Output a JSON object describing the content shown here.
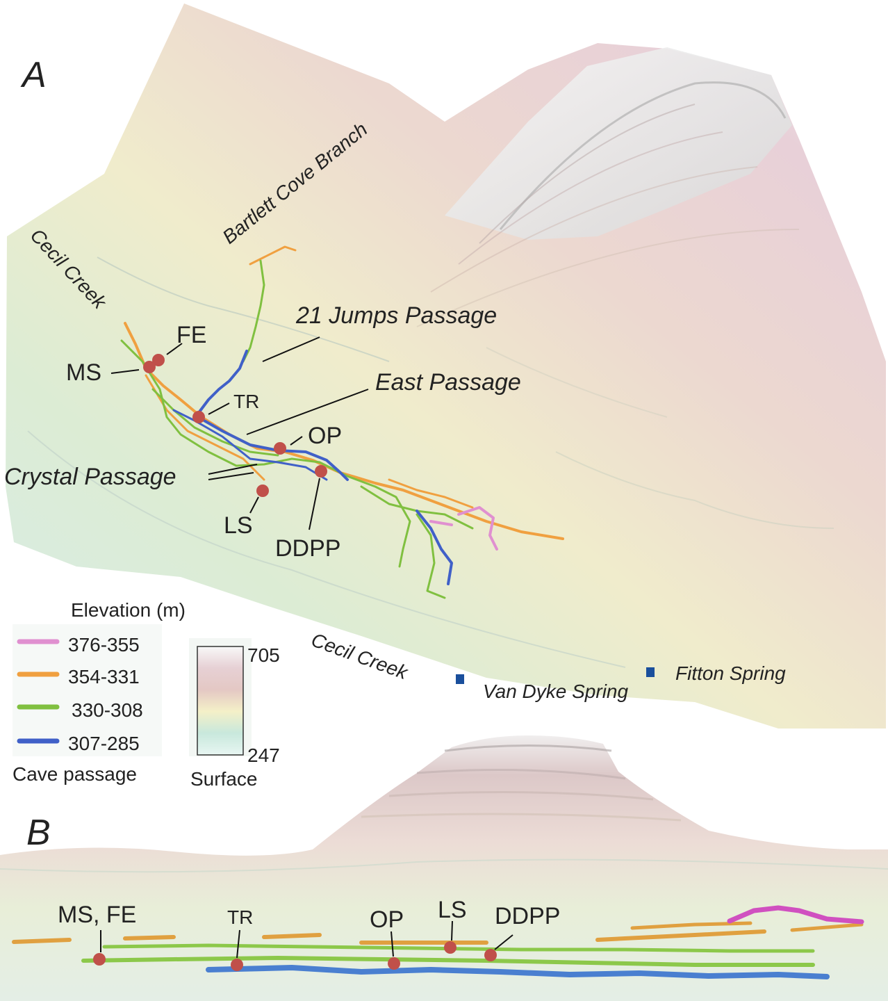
{
  "panels": {
    "a_letter": "A",
    "b_letter": "B"
  },
  "map_labels": {
    "bartlett": "Bartlett Cove Branch",
    "cecil_upper": "Cecil Creek",
    "cecil_lower": "Cecil Creek",
    "jumps": "21 Jumps Passage",
    "east": "East Passage",
    "crystal": "Crystal Passage",
    "van_dyke": "Van Dyke Spring",
    "fitton": "Fitton Spring"
  },
  "stations_a": {
    "fe": "FE",
    "ms": "MS",
    "tr": "TR",
    "op": "OP",
    "ls": "LS",
    "ddpp": "DDPP"
  },
  "stations_b": {
    "msfe": "MS, FE",
    "tr": "TR",
    "op": "OP",
    "ls": "LS",
    "ddpp": "DDPP"
  },
  "legend": {
    "title": "Elevation (m)",
    "ranges": [
      {
        "label": "376-355",
        "color": "#e090d0"
      },
      {
        "label": "354-331",
        "color": "#f0a040"
      },
      {
        "label": "330-308",
        "color": "#80c040"
      },
      {
        "label": "307-285",
        "color": "#4060c8"
      }
    ],
    "cave_label": "Cave passage",
    "surface_max": "705",
    "surface_min": "247",
    "surface_label": "Surface"
  },
  "colors": {
    "pink": "#e090d0",
    "orange": "#f0a040",
    "green": "#80c040",
    "blue": "#4060c8",
    "station": "#c0504a",
    "spring": "#1a4f9c"
  }
}
